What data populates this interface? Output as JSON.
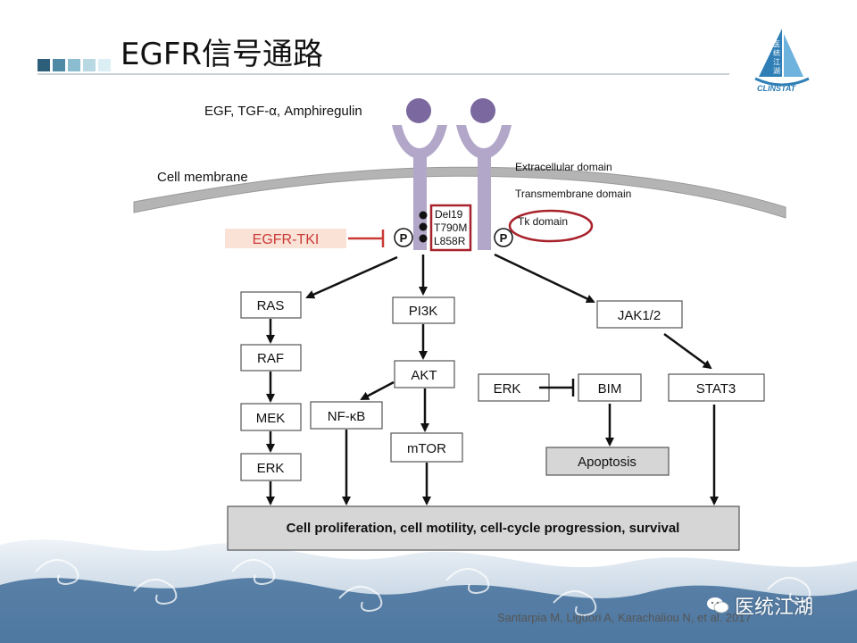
{
  "slide": {
    "title": "EGFR信号通路",
    "citation": "Santarpia M, Liguori A, Karachaliou N, et al. 2017",
    "watermark": "医统江湖",
    "logo_text": "CLINSTAT",
    "logo_glyphs": [
      "医",
      "统",
      "江",
      "湖"
    ]
  },
  "diagram": {
    "ligands": "EGF, TGF-α, Amphiregulin",
    "membrane": "Cell membrane",
    "domains": {
      "extracellular": "Extracellular domain",
      "transmembrane": "Transmembrane domain",
      "tk": "Tk domain"
    },
    "mutations": [
      "Del19",
      "T790M",
      "L858R"
    ],
    "phospho": "P",
    "inhibitor": "EGFR-TKI",
    "nodes": {
      "ras": "RAS",
      "raf": "RAF",
      "mek": "MEK",
      "erk_left": "ERK",
      "pi3k": "PI3K",
      "akt": "AKT",
      "nfkb": "NF-κB",
      "mtor": "mTOR",
      "erk_mid": "ERK",
      "bim": "BIM",
      "apoptosis": "Apoptosis",
      "jak": "JAK1/2",
      "stat3": "STAT3"
    },
    "outcome": "Cell proliferation, cell motility, cell-cycle progression, survival"
  },
  "colors": {
    "receptor": "#b2a6c9",
    "ligand": "#7a689e",
    "membrane": "#b4b4b4",
    "highlight_red": "#a8222c",
    "tki_text": "#c93a36",
    "tki_bg": "#fbe2d7",
    "node_border": "#555555",
    "gray_box": "#d6d6d6",
    "wave_blue": "#2a5d90",
    "deco_squares": [
      "#2d5f7b",
      "#4e8aa6",
      "#8bbccf",
      "#b8d8e3",
      "#dbeef3"
    ]
  }
}
